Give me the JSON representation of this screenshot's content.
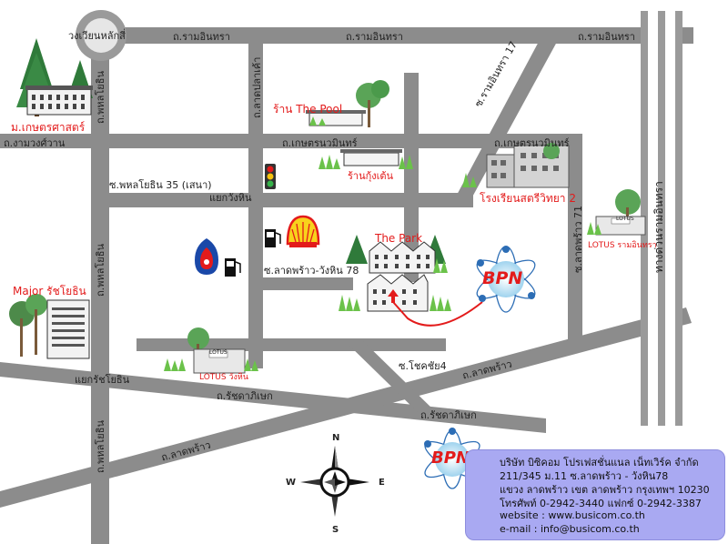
{
  "roads": {
    "wongwian": "วงเวียนหลักสี่",
    "ramintra_1": "ถ.รามอินทรา",
    "ramintra_2": "ถ.รามอินทรา",
    "ramintra_3": "ถ.รามอินทรา",
    "ngamwongwan": "ถ.งามวงศ์วาน",
    "kaset_nawamin_1": "ถ.เกษตรนวมินทร์",
    "kaset_nawamin_2": "ถ.เกษตรนวมินทร์",
    "soi_phahon_35": "ซ.พหลโยธิน 35 (เสนา)",
    "yaek_wang_hin": "แยกวังหิน",
    "soi_ladprao_wanghin": "ซ.ลาดพร้าว-วังหิน 78",
    "soi_chokchai4": "ซ.โชคชัย4",
    "ladprao_right": "ถ.ลาดพร้าว",
    "yaek_ratchayothin": "แยกรัชโยธิน",
    "ratchadaphisek_1": "ถ.รัชดาภิเษก",
    "ratchadaphisek_2": "ถ.รัชดาภิเษก",
    "ladprao_bottom": "ถ.ลาดพร้าว",
    "phahonyothin_top": "ถ.พหลโยธิน",
    "phahonyothin_mid": "ถ.พหลโยธิน",
    "phahonyothin_bottom": "ถ.พหลโยธิน",
    "lat_pla_khao": "ถ.ลาดปลาเค้า",
    "soi_ramintra17": "ซ.รามอินทรา 17",
    "soi_ladprao71": "ซ.ลาดพร้าว 71",
    "expressway": "ทางด่วนรามอินทรา"
  },
  "places": {
    "kasetsart": "ม.เกษตรศาสตร์",
    "the_pool": "ร้าน The Pool",
    "ran_kung_ten": "ร้านกุ้งเต้น",
    "school": "โรงเรียนสตรีวิทยา 2",
    "lotus_ramintra": "LOTUS รามอินทรา",
    "lotus_ramintra_sign": "LOTUS",
    "the_park": "The Park",
    "major": "Major รัชโยธิน",
    "lotus_wanghin": "LOTUS วังหิน",
    "lotus_wanghin_sign": "LOTUS"
  },
  "brand": {
    "logo": "BPN",
    "shell": "Shell",
    "ptt": "PTT"
  },
  "compass": {
    "n": "N",
    "s": "S",
    "e": "E",
    "w": "W"
  },
  "contact": {
    "company": "บริษัท บิซิคอม โปรเฟสชั่นแนล เน็ทเวิร์ค จำกัด",
    "address1": "211/345 ม.11 ซ.ลาดพร้าว - วังหิน78",
    "address2": "แขวง ลาดพร้าว เขต ลาดพร้าว กรุงเทพฯ 10230",
    "phone": "โทรศัพท์ 0-2942-3440 แฟกซ์ 0-2942-3387",
    "website": "website : www.busicom.co.th",
    "email": "e-mail : info@busicom.co.th"
  },
  "colors": {
    "road": "#8c8c8c",
    "label_red": "#e31b1b",
    "info_box": "#a9a9f2",
    "grass": "#6bc24a",
    "tree": "#2f7a3a"
  }
}
